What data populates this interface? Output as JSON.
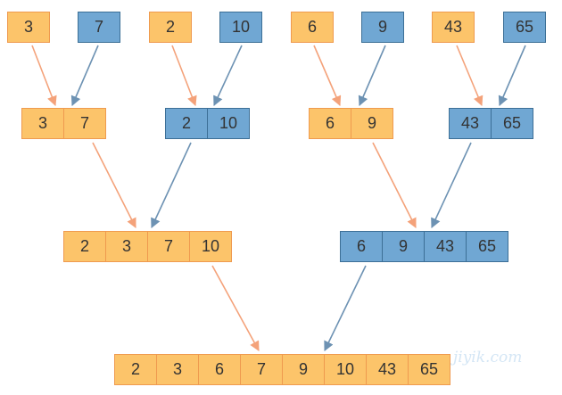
{
  "colors": {
    "orange_fill": "#fcc46a",
    "orange_border": "#ef9a4f",
    "orange_arrow": "#f4a27a",
    "blue_fill": "#70a7d3",
    "blue_border": "#3c6f96",
    "blue_arrow": "#6d92b3"
  },
  "level1": [
    {
      "color": "orange",
      "values": [
        "3"
      ]
    },
    {
      "color": "blue",
      "values": [
        "7"
      ]
    },
    {
      "color": "orange",
      "values": [
        "2"
      ]
    },
    {
      "color": "blue",
      "values": [
        "10"
      ]
    },
    {
      "color": "orange",
      "values": [
        "6"
      ]
    },
    {
      "color": "blue",
      "values": [
        "9"
      ]
    },
    {
      "color": "orange",
      "values": [
        "43"
      ]
    },
    {
      "color": "blue",
      "values": [
        "65"
      ]
    }
  ],
  "level2": [
    {
      "color": "orange",
      "values": [
        "3",
        "7"
      ]
    },
    {
      "color": "blue",
      "values": [
        "2",
        "10"
      ]
    },
    {
      "color": "orange",
      "values": [
        "6",
        "9"
      ]
    },
    {
      "color": "blue",
      "values": [
        "43",
        "65"
      ]
    }
  ],
  "level3": [
    {
      "color": "orange",
      "values": [
        "2",
        "3",
        "7",
        "10"
      ]
    },
    {
      "color": "blue",
      "values": [
        "6",
        "9",
        "43",
        "65"
      ]
    }
  ],
  "level4": [
    {
      "color": "orange",
      "values": [
        "2",
        "3",
        "6",
        "7",
        "9",
        "10",
        "43",
        "65"
      ]
    }
  ],
  "watermark": "jiyik.com"
}
